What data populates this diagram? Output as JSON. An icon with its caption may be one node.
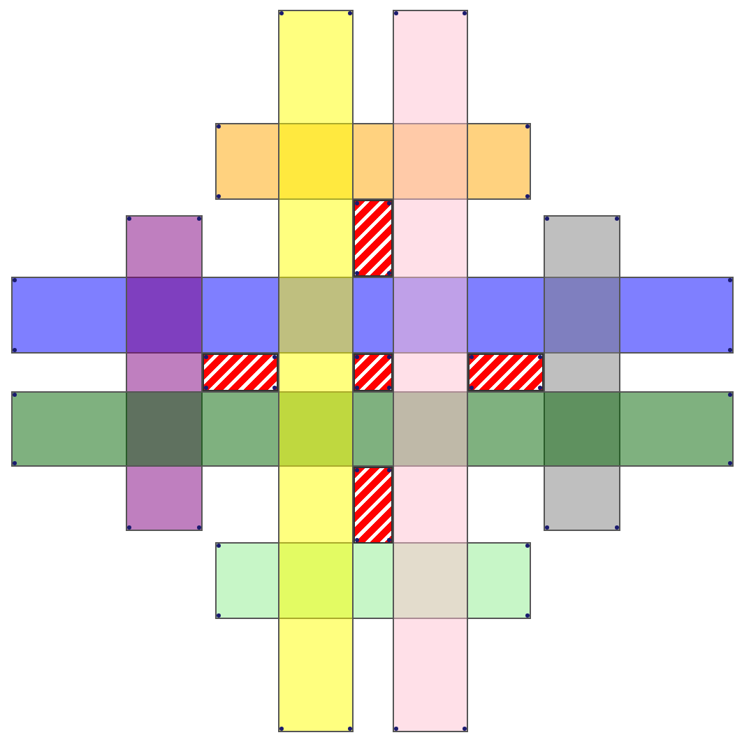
{
  "diagram": {
    "nodes": [
      {
        "text": [],
        "shape": "bar"
      },
      {
        "text": [],
        "shape": "bar"
      },
      {
        "text": [],
        "shape": "bar"
      },
      {
        "text": [],
        "shape": "bar"
      },
      {
        "text": [],
        "shape": "box"
      },
      {
        "text": [],
        "shape": "bar"
      },
      {
        "text": [],
        "shape": "bar"
      },
      {
        "text": [],
        "shape": "box"
      },
      {
        "text": [],
        "shape": "box"
      },
      {
        "text": [],
        "shape": "box"
      },
      {
        "text": [],
        "shape": "bar"
      },
      {
        "text": [],
        "shape": "box"
      },
      {
        "text": [],
        "shape": "bar"
      }
    ]
  }
}
